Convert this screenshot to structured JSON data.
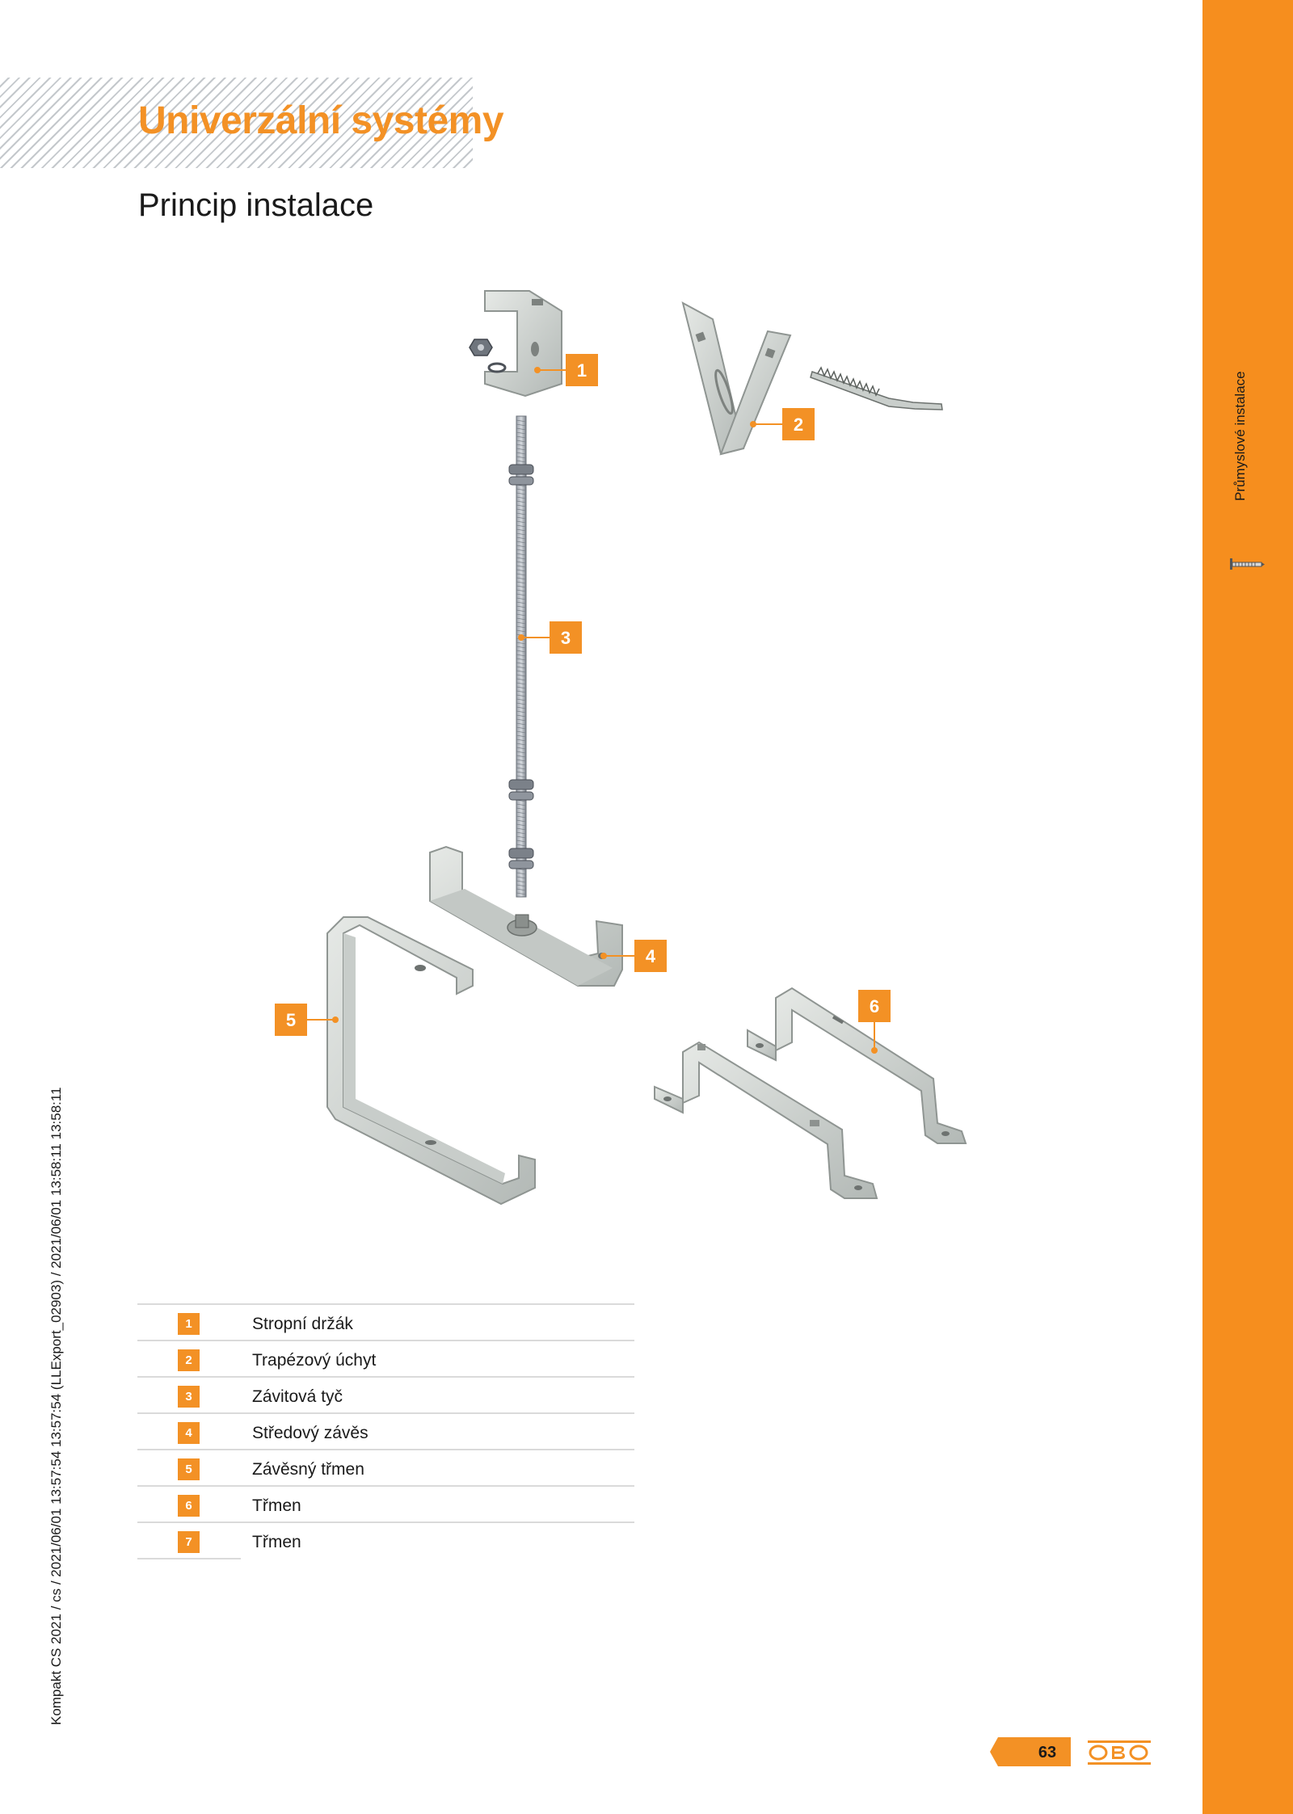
{
  "header": {
    "section_title": "Univerzální systémy",
    "page_subtitle": "Princip instalace"
  },
  "sidebar": {
    "label": "Průmyslové instalace",
    "icon": "screw-icon",
    "color": "#f68e1e"
  },
  "accent_color": "#f39125",
  "callouts": [
    {
      "number": "1",
      "component": "ceiling-bracket"
    },
    {
      "number": "2",
      "component": "trapezoidal-clamp"
    },
    {
      "number": "3",
      "component": "threaded-rod"
    },
    {
      "number": "4",
      "component": "central-hanger"
    },
    {
      "number": "5",
      "component": "suspension-bracket"
    },
    {
      "number": "6",
      "component": "stirrup"
    }
  ],
  "legend": [
    {
      "number": "1",
      "name": "Stropní držák"
    },
    {
      "number": "2",
      "name": "Trapézový úchyt"
    },
    {
      "number": "3",
      "name": "Závitová tyč"
    },
    {
      "number": "4",
      "name": "Středový závěs"
    },
    {
      "number": "5",
      "name": "Závěsný třmen"
    },
    {
      "number": "6",
      "name": "Třmen"
    },
    {
      "number": "7",
      "name": "Třmen"
    }
  ],
  "footer": {
    "meta": "Kompakt CS 2021 / cs / 2021/06/01 13:57:54 13:57:54 (LLExport_02903) / 2021/06/01 13:58:11 13:58:11",
    "page_number": "63",
    "logo": "OBO"
  }
}
